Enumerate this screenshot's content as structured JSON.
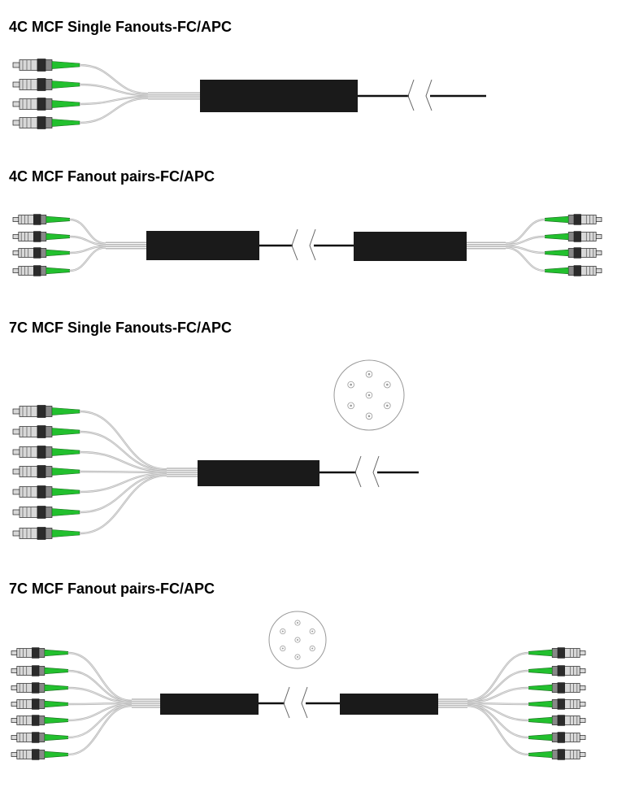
{
  "titles": {
    "section_1": "4C MCF Single Fanouts-FC/APC",
    "section_2": "4C MCF Fanout pairs-FC/APC",
    "section_3": "7C MCF Single Fanouts-FC/APC",
    "section_4": "7C MCF Fanout pairs-FC/APC"
  },
  "colors": {
    "boot_green": "#22c02e",
    "fanout_body": "#1a1a1a",
    "fiber_grey": "#b8b8b8",
    "connector_grey": "#d8d8d8",
    "connector_dark": "#2b2b2b"
  },
  "icons": {
    "connector": "fc-apc-connector-icon",
    "cross_section": "mcf-cross-section-icon",
    "break": "cable-break-icon"
  },
  "assemblies": [
    {
      "title_key": "section_1",
      "core_count": 4,
      "type": "single"
    },
    {
      "title_key": "section_2",
      "core_count": 4,
      "type": "pair"
    },
    {
      "title_key": "section_3",
      "core_count": 7,
      "type": "single",
      "cross_section": true
    },
    {
      "title_key": "section_4",
      "core_count": 7,
      "type": "pair",
      "cross_section": true
    }
  ]
}
